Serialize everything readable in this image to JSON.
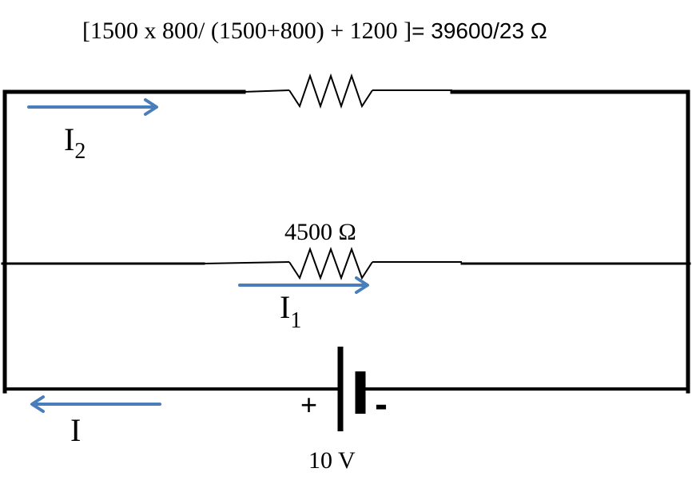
{
  "equation": {
    "left": "[1500 x 800/ (1500+800) + 1200 ]",
    "right": "= 39600/23 Ω"
  },
  "resistors": {
    "middle_label": "4500 Ω"
  },
  "currents": {
    "i2": {
      "main": "I",
      "sub": "2"
    },
    "i1": {
      "main": "I",
      "sub": "1"
    },
    "i": {
      "main": "I"
    }
  },
  "battery": {
    "positive": "+",
    "negative": "-",
    "voltage": "10 V"
  },
  "colors": {
    "wire": "#000000",
    "arrow": "#4a7ebb"
  }
}
